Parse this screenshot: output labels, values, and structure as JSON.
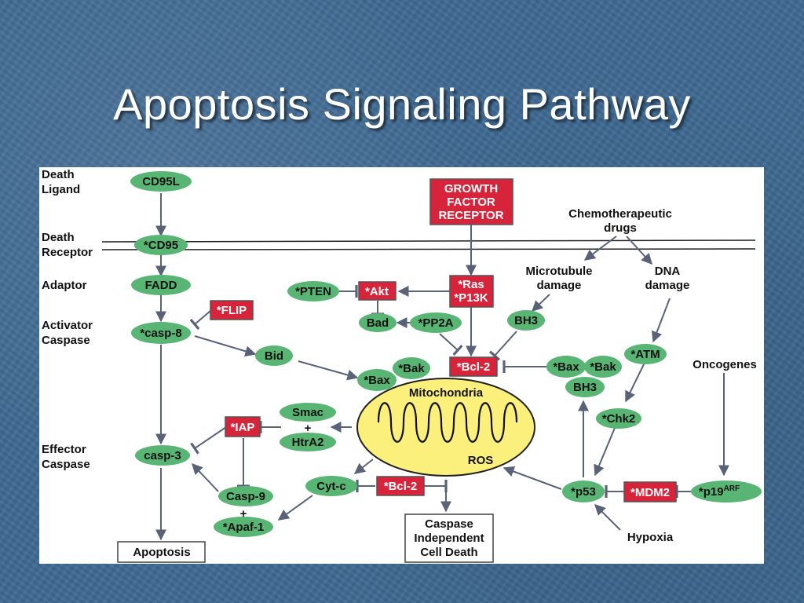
{
  "slide": {
    "title": "Apoptosis Signaling Pathway"
  },
  "diagram": {
    "row_labels": {
      "death_ligand": [
        "Death",
        "Ligand"
      ],
      "death_receptor": [
        "Death",
        "Receptor"
      ],
      "adaptor": "Adaptor",
      "activator_caspase": [
        "Activator",
        "Caspase"
      ],
      "effector_caspase": [
        "Effector",
        "Caspase"
      ]
    },
    "green_nodes": {
      "cd95l": "CD95L",
      "cd95": "*CD95",
      "fadd": "FADD",
      "casp8": "*casp-8",
      "bid": "Bid",
      "casp3": "casp-3",
      "casp9": "Casp-9",
      "casp9_plus": "+",
      "apaf1": "*Apaf-1",
      "pten": "*PTEN",
      "bad": "Bad",
      "pp2a": "*PP2A",
      "bax_left": "*Bax",
      "bak_left": "*Bak",
      "smac": "Smac",
      "smac_plus": "+",
      "htra2": "HtrA2",
      "cytc": "Cyt-c",
      "bh3_top": "BH3",
      "bax_right": "*Bax",
      "bak_right": "*Bak",
      "bh3_right": "BH3",
      "atm": "*ATM",
      "chk2": "*Chk2",
      "p53": "*p53",
      "p19": "*p19",
      "p19_sup": "ARF"
    },
    "red_nodes": {
      "gfr": [
        "GROWTH",
        "FACTOR",
        "RECEPTOR"
      ],
      "flip": "*FLIP",
      "akt": "*Akt",
      "ras_p13k": [
        "*Ras",
        "*P13K"
      ],
      "bcl2_top": "*Bcl-2",
      "iap": "*IAP",
      "bcl2_bottom": "*Bcl-2",
      "mdm2": "*MDM2"
    },
    "labels": {
      "chemo": [
        "Chemotherapeutic",
        "drugs"
      ],
      "microtubule": [
        "Microtubule",
        "damage"
      ],
      "dna": [
        "DNA",
        "damage"
      ],
      "oncogenes": "Oncogenes",
      "hypoxia": "Hypoxia"
    },
    "boxes": {
      "apoptosis": "Apoptosis",
      "caspase_independent": [
        "Caspase",
        "Independent",
        "Cell Death"
      ]
    },
    "mitochondria": {
      "label": "Mitochondria",
      "ros": "ROS"
    },
    "colors": {
      "node_green": "#58b573",
      "node_red": "#d8243a",
      "mito_yellow": "#fbf07c",
      "arrow": "#5a6278",
      "background": "#3f6a93"
    }
  }
}
